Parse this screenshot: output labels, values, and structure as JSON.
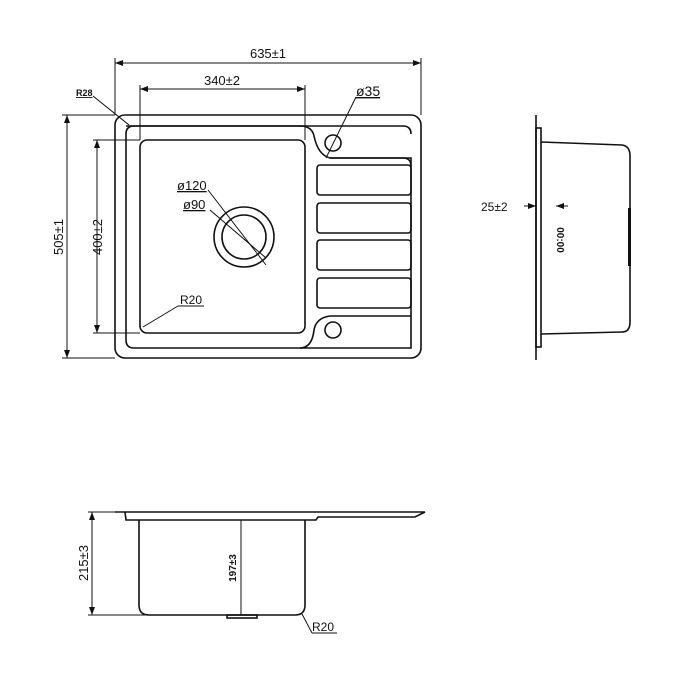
{
  "top_view": {
    "overall_width": "635±1",
    "bowl_width": "340±2",
    "overall_depth": "505±1",
    "bowl_depth": "400±2",
    "corner_radius": "R28",
    "tap_hole": "ø35",
    "drain_outer": "ø120",
    "drain_inner": "ø90",
    "bowl_radius": "R20"
  },
  "side_view": {
    "flange_offset": "25±2",
    "rotated_label": "00:00"
  },
  "front_view": {
    "total_height": "215±3",
    "bowl_height": "197±3",
    "bottom_radius": "R20"
  },
  "colors": {
    "line": "#111111",
    "background": "#ffffff"
  }
}
